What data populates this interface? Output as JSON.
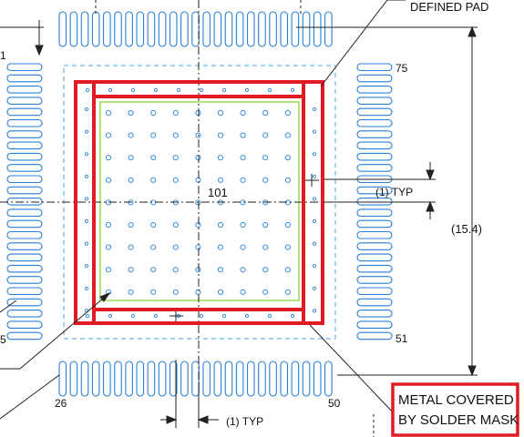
{
  "labels": {
    "defined_pad": "DEFINED PAD",
    "pin_75": "75",
    "pin_51": "51",
    "pin_26": "26",
    "pin_50": "50",
    "pin_1_partial": "1",
    "pin_25_partial": "5",
    "center_pad": "101",
    "typ_right": "(1) TYP",
    "typ_bottom": "(1) TYP",
    "dimension": "(15.4)"
  },
  "callout": {
    "line1": "METAL COVERED",
    "line2": "BY SOLDER MASK"
  },
  "colors": {
    "pad_outline": "#2a7fd4",
    "via_circle": "#3a8fdc",
    "highlight_red": "#e01b24",
    "paste_green": "#7ed321",
    "dashed_blue": "#4aa3e0",
    "ink": "#111111"
  }
}
